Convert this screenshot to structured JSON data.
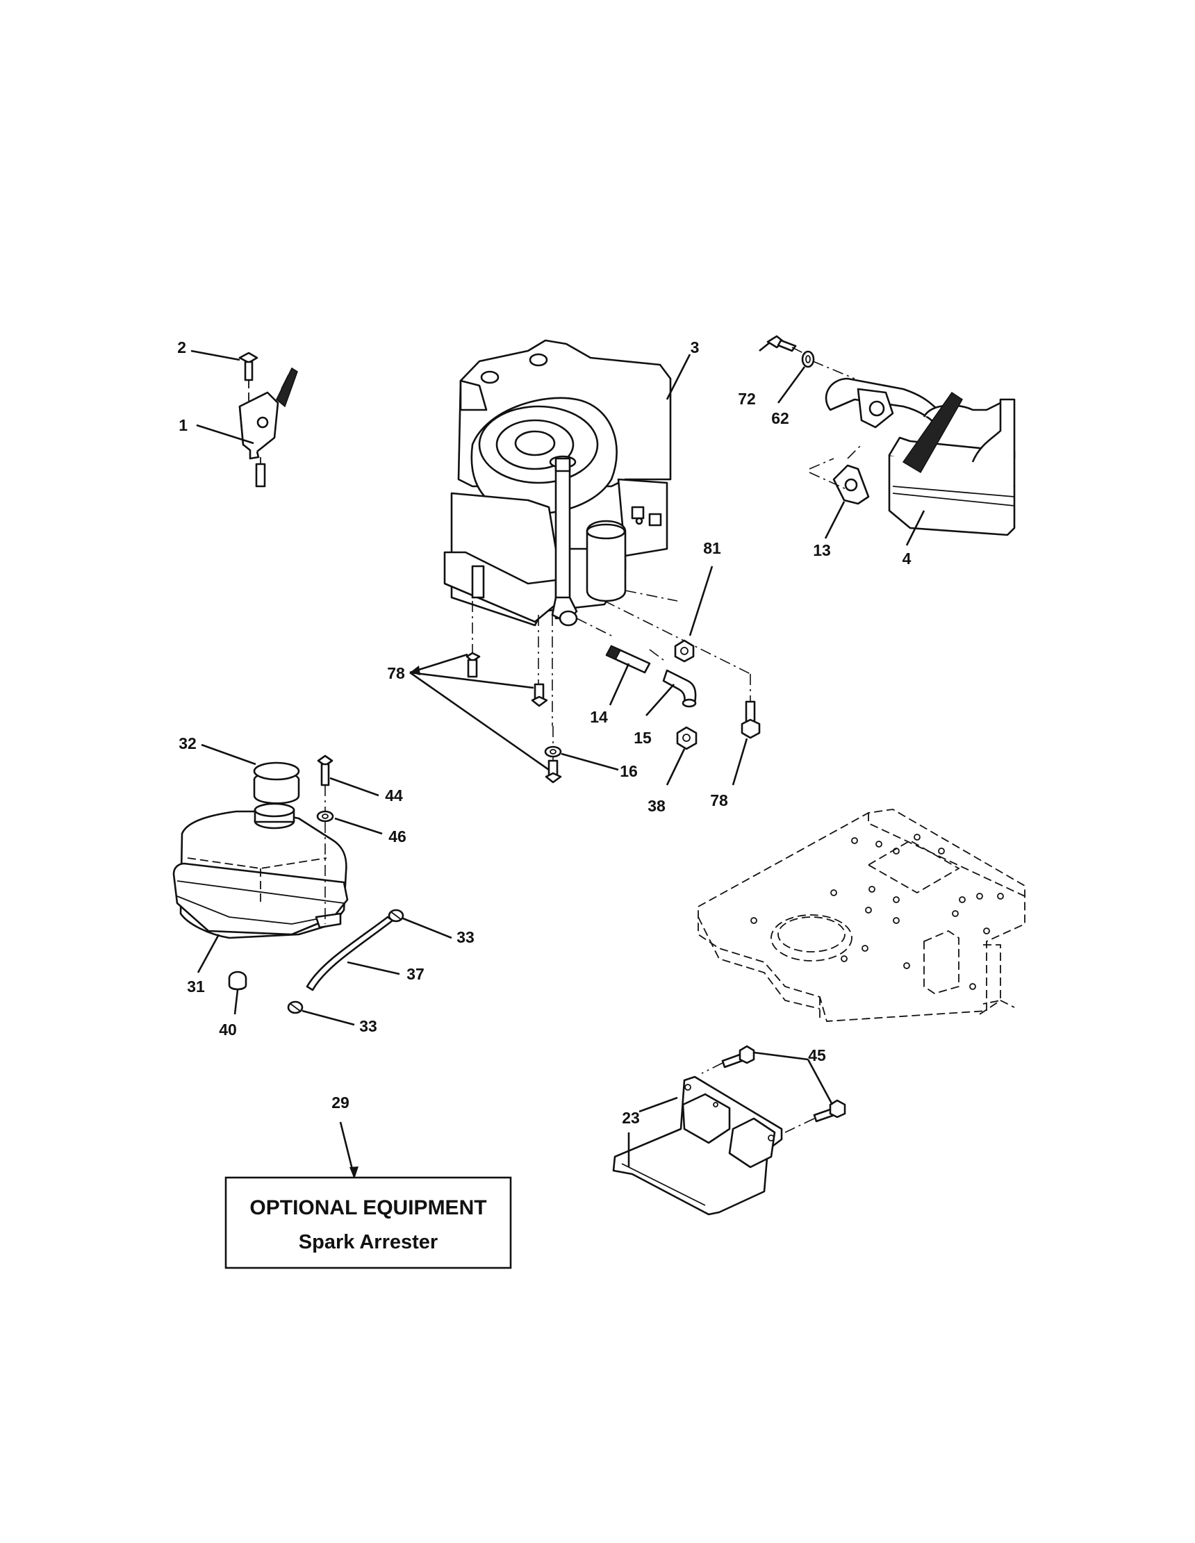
{
  "callouts": {
    "c1": "1",
    "c2": "2",
    "c3": "3",
    "c4": "4",
    "c13": "13",
    "c14": "14",
    "c15": "15",
    "c16": "16",
    "c23": "23",
    "c29": "29",
    "c31": "31",
    "c32": "32",
    "c33a": "33",
    "c33b": "33",
    "c37": "37",
    "c38": "38",
    "c40": "40",
    "c44": "44",
    "c45": "45",
    "c46": "46",
    "c62": "62",
    "c72": "72",
    "c78a": "78",
    "c78b": "78",
    "c81": "81"
  },
  "optional_box": {
    "title": "OPTIONAL EQUIPMENT",
    "subtitle": "Spark Arrester"
  }
}
